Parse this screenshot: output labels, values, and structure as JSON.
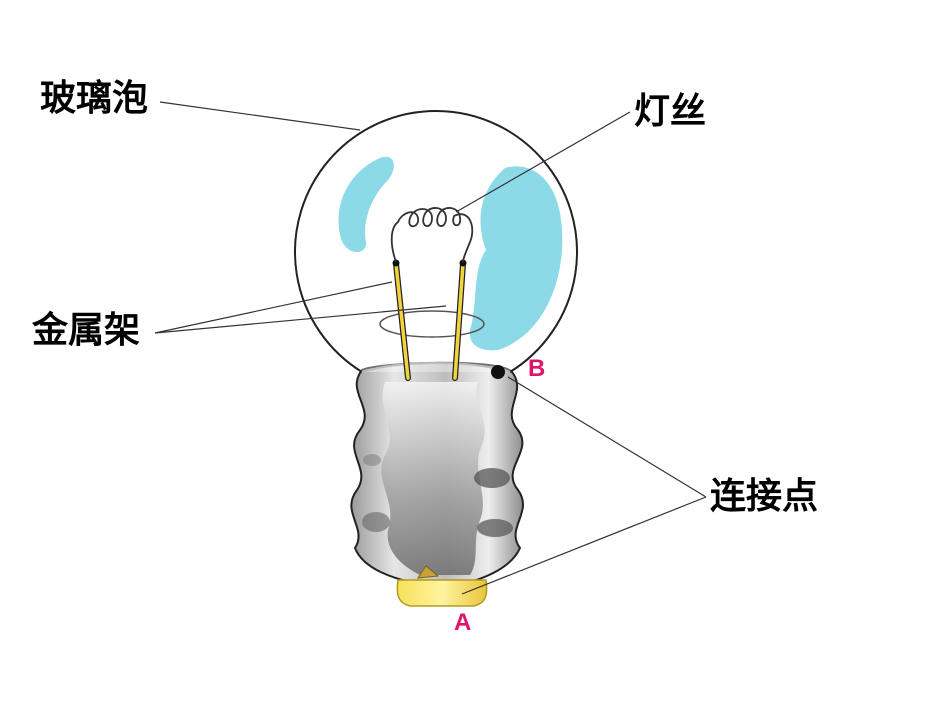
{
  "labels": {
    "glass_bulb": "玻璃泡",
    "filament": "灯丝",
    "metal_frame": "金属架",
    "connection_points": "连接点",
    "point_a": "A",
    "point_b": "B"
  },
  "colors": {
    "point_label": "#e0156a",
    "glass_tint": "#7fd6e6",
    "metal_frame": "#f2d43a",
    "base_contact": "#f3d84a",
    "screw_base": "#c9c9c9"
  }
}
